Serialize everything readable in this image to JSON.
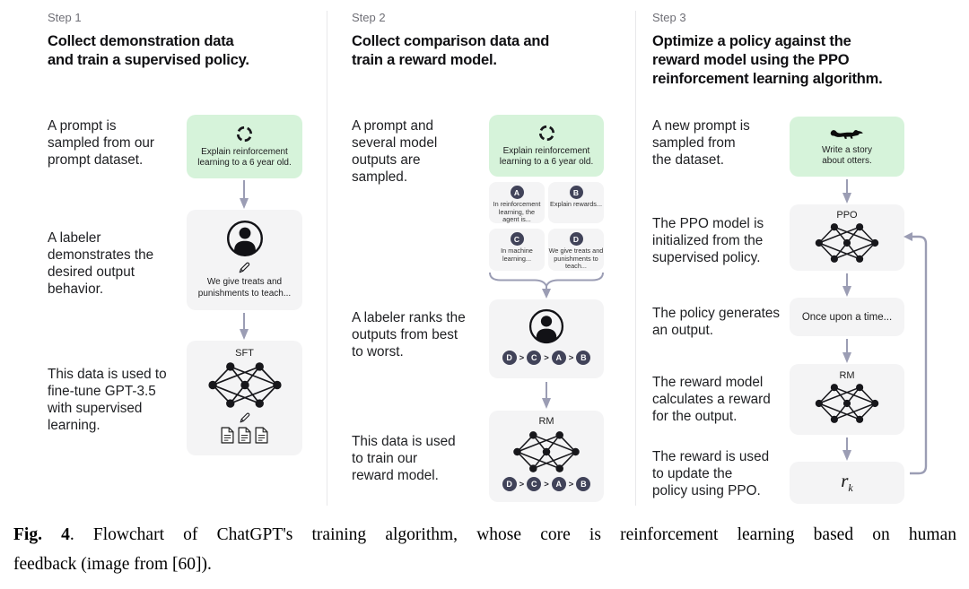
{
  "col1": {
    "step": "Step 1",
    "title": "Collect demonstration data\nand train a supervised policy.",
    "annot1": "A prompt is\nsampled from our\nprompt dataset.",
    "annot2": "A labeler\ndemonstrates the\ndesired output\nbehavior.",
    "annot3": "This data is used to\nfine-tune GPT-3.5\nwith supervised\nlearning.",
    "prompt_text": "Explain reinforcement\nlearning to a 6 year old.",
    "labeler_text": "We give treats and\npunishments to teach...",
    "model_label": "SFT"
  },
  "col2": {
    "step": "Step 2",
    "title": "Collect comparison data and\ntrain a reward model.",
    "annot1": "A prompt and\nseveral model\noutputs are\nsampled.",
    "annot2": "A labeler ranks the\noutputs from best\nto worst.",
    "annot3": "This data is used\nto train our\nreward model.",
    "prompt_text": "Explain reinforcement\nlearning to a 6 year old.",
    "outputs": [
      {
        "id": "A",
        "text": "In reinforcement\nlearning, the\nagent is..."
      },
      {
        "id": "B",
        "text": "Explain rewards..."
      },
      {
        "id": "C",
        "text": "In machine\nlearning..."
      },
      {
        "id": "D",
        "text": "We give treats and\npunishments to\nteach..."
      }
    ],
    "ranking": [
      "D",
      "C",
      "A",
      "B"
    ],
    "model_label": "RM"
  },
  "col3": {
    "step": "Step 3",
    "title": "Optimize a policy against the\nreward model using the PPO\nreinforcement learning algorithm.",
    "annot1": "A new prompt is\nsampled from\nthe dataset.",
    "annot2": "The PPO model is\ninitialized from the\nsupervised policy.",
    "annot3": "The policy generates\nan output.",
    "annot4": "The reward model\ncalculates a reward\nfor the output.",
    "annot5": "The reward is used\nto update the\npolicy using PPO.",
    "prompt_text": "Write a story\nabout otters.",
    "ppo_label": "PPO",
    "output_text": "Once upon a time...",
    "rm_label": "RM",
    "reward_base": "r",
    "reward_sub": "k"
  },
  "symbols": {
    "gt": ">"
  },
  "icons": {
    "prompt_icon": "refresh-loop",
    "labeler_icon": "person",
    "writing_icon": "pencil",
    "data_icon": "documents",
    "model_icon": "neural-network",
    "otter_icon": "otter-silhouette"
  },
  "colors": {
    "prompt_box_bg": "#d6f3da",
    "model_box_bg": "#f4f4f5",
    "arrow": "#9b9db4",
    "rank_circle": "#414359",
    "divider": "#e8e8ea"
  },
  "caption": {
    "label": "Fig. 4",
    "rest": ". Flowchart of ChatGPT's training algorithm, whose core is reinforcement learning based on human",
    "line2": "feedback (image from [60])."
  }
}
